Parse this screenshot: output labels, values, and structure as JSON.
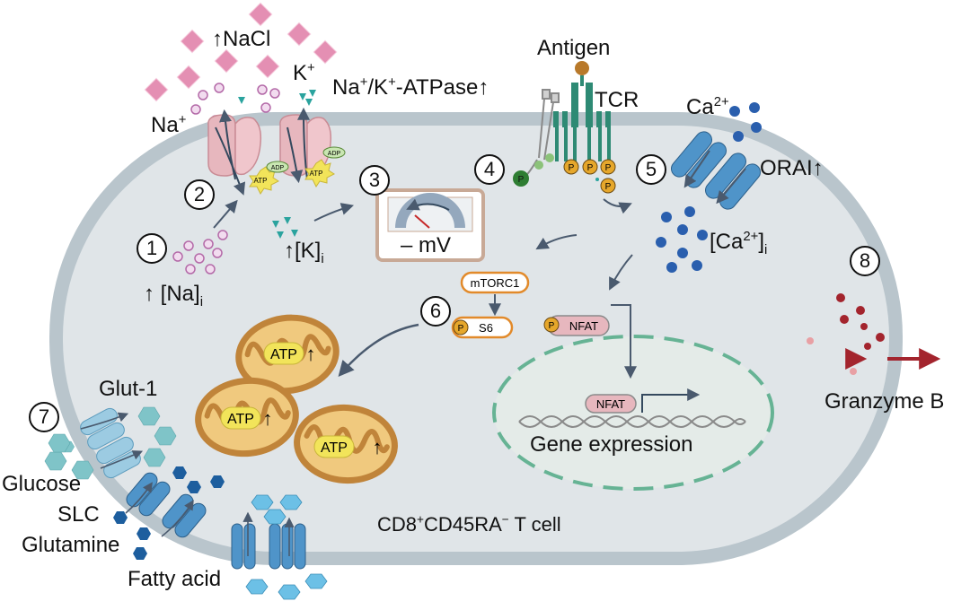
{
  "labels": {
    "nacl": "↑NaCl",
    "na_plus_base": "Na",
    "na_plus_sup": "+",
    "k_plus_base": "K",
    "k_plus_sup": "+",
    "atpase_na": "Na",
    "atpase_k": "/K",
    "atpase_rest": "-ATPase↑",
    "plus": "+",
    "antigen": "Antigen",
    "tcr": "TCR",
    "ca_base": "Ca",
    "ca_sup": "2+",
    "orai": "ORAI↑",
    "na_i_arrow": "↑ [Na]",
    "na_i_sub": "i",
    "k_i_arrow": "↑[K]",
    "k_i_sub": "i",
    "ca_i_open": "[Ca",
    "ca_i_sup": "2+",
    "ca_i_close": "]",
    "ca_i_sub": "i",
    "mv": "– mV",
    "mtorc1": "mTORC1",
    "s6": "S6",
    "nfat": "NFAT",
    "nfat_nucleus": "NFAT",
    "p": "P",
    "atp": "ATP",
    "adp": "ADP",
    "up": "↑",
    "gene_expression": "Gene expression",
    "granzyme": "Granzyme B",
    "glut1": "Glut-1",
    "glucose": "Glucose",
    "slc": "SLC",
    "glutamine": "Glutamine",
    "fatty_acid": "Fatty acid",
    "cell_cd8": "CD8",
    "cell_plus": "+",
    "cell_cd45": "CD45RA",
    "cell_minus": "−",
    "cell_rest": " T cell"
  },
  "steps": [
    "1",
    "2",
    "3",
    "4",
    "5",
    "6",
    "7",
    "8"
  ],
  "colors": {
    "membrane": "#b4c1c9",
    "cytoplasm": "#dfe4e7",
    "pump": "#e7b7be",
    "channel": "#4f94c9",
    "tcr": "#2e8a74",
    "nucleus": "#6cb79a",
    "mito_outer": "#c0843a",
    "mito_inner": "#f0c97e",
    "atp_badge": "#f2e45a",
    "granzyme": "#a3242d",
    "potassium": "#2aa39e",
    "sodium": "#c27bb2",
    "nacl": "#e48fb3",
    "calcium": "#2a5fae",
    "mtorc_border": "#e28a2a"
  }
}
